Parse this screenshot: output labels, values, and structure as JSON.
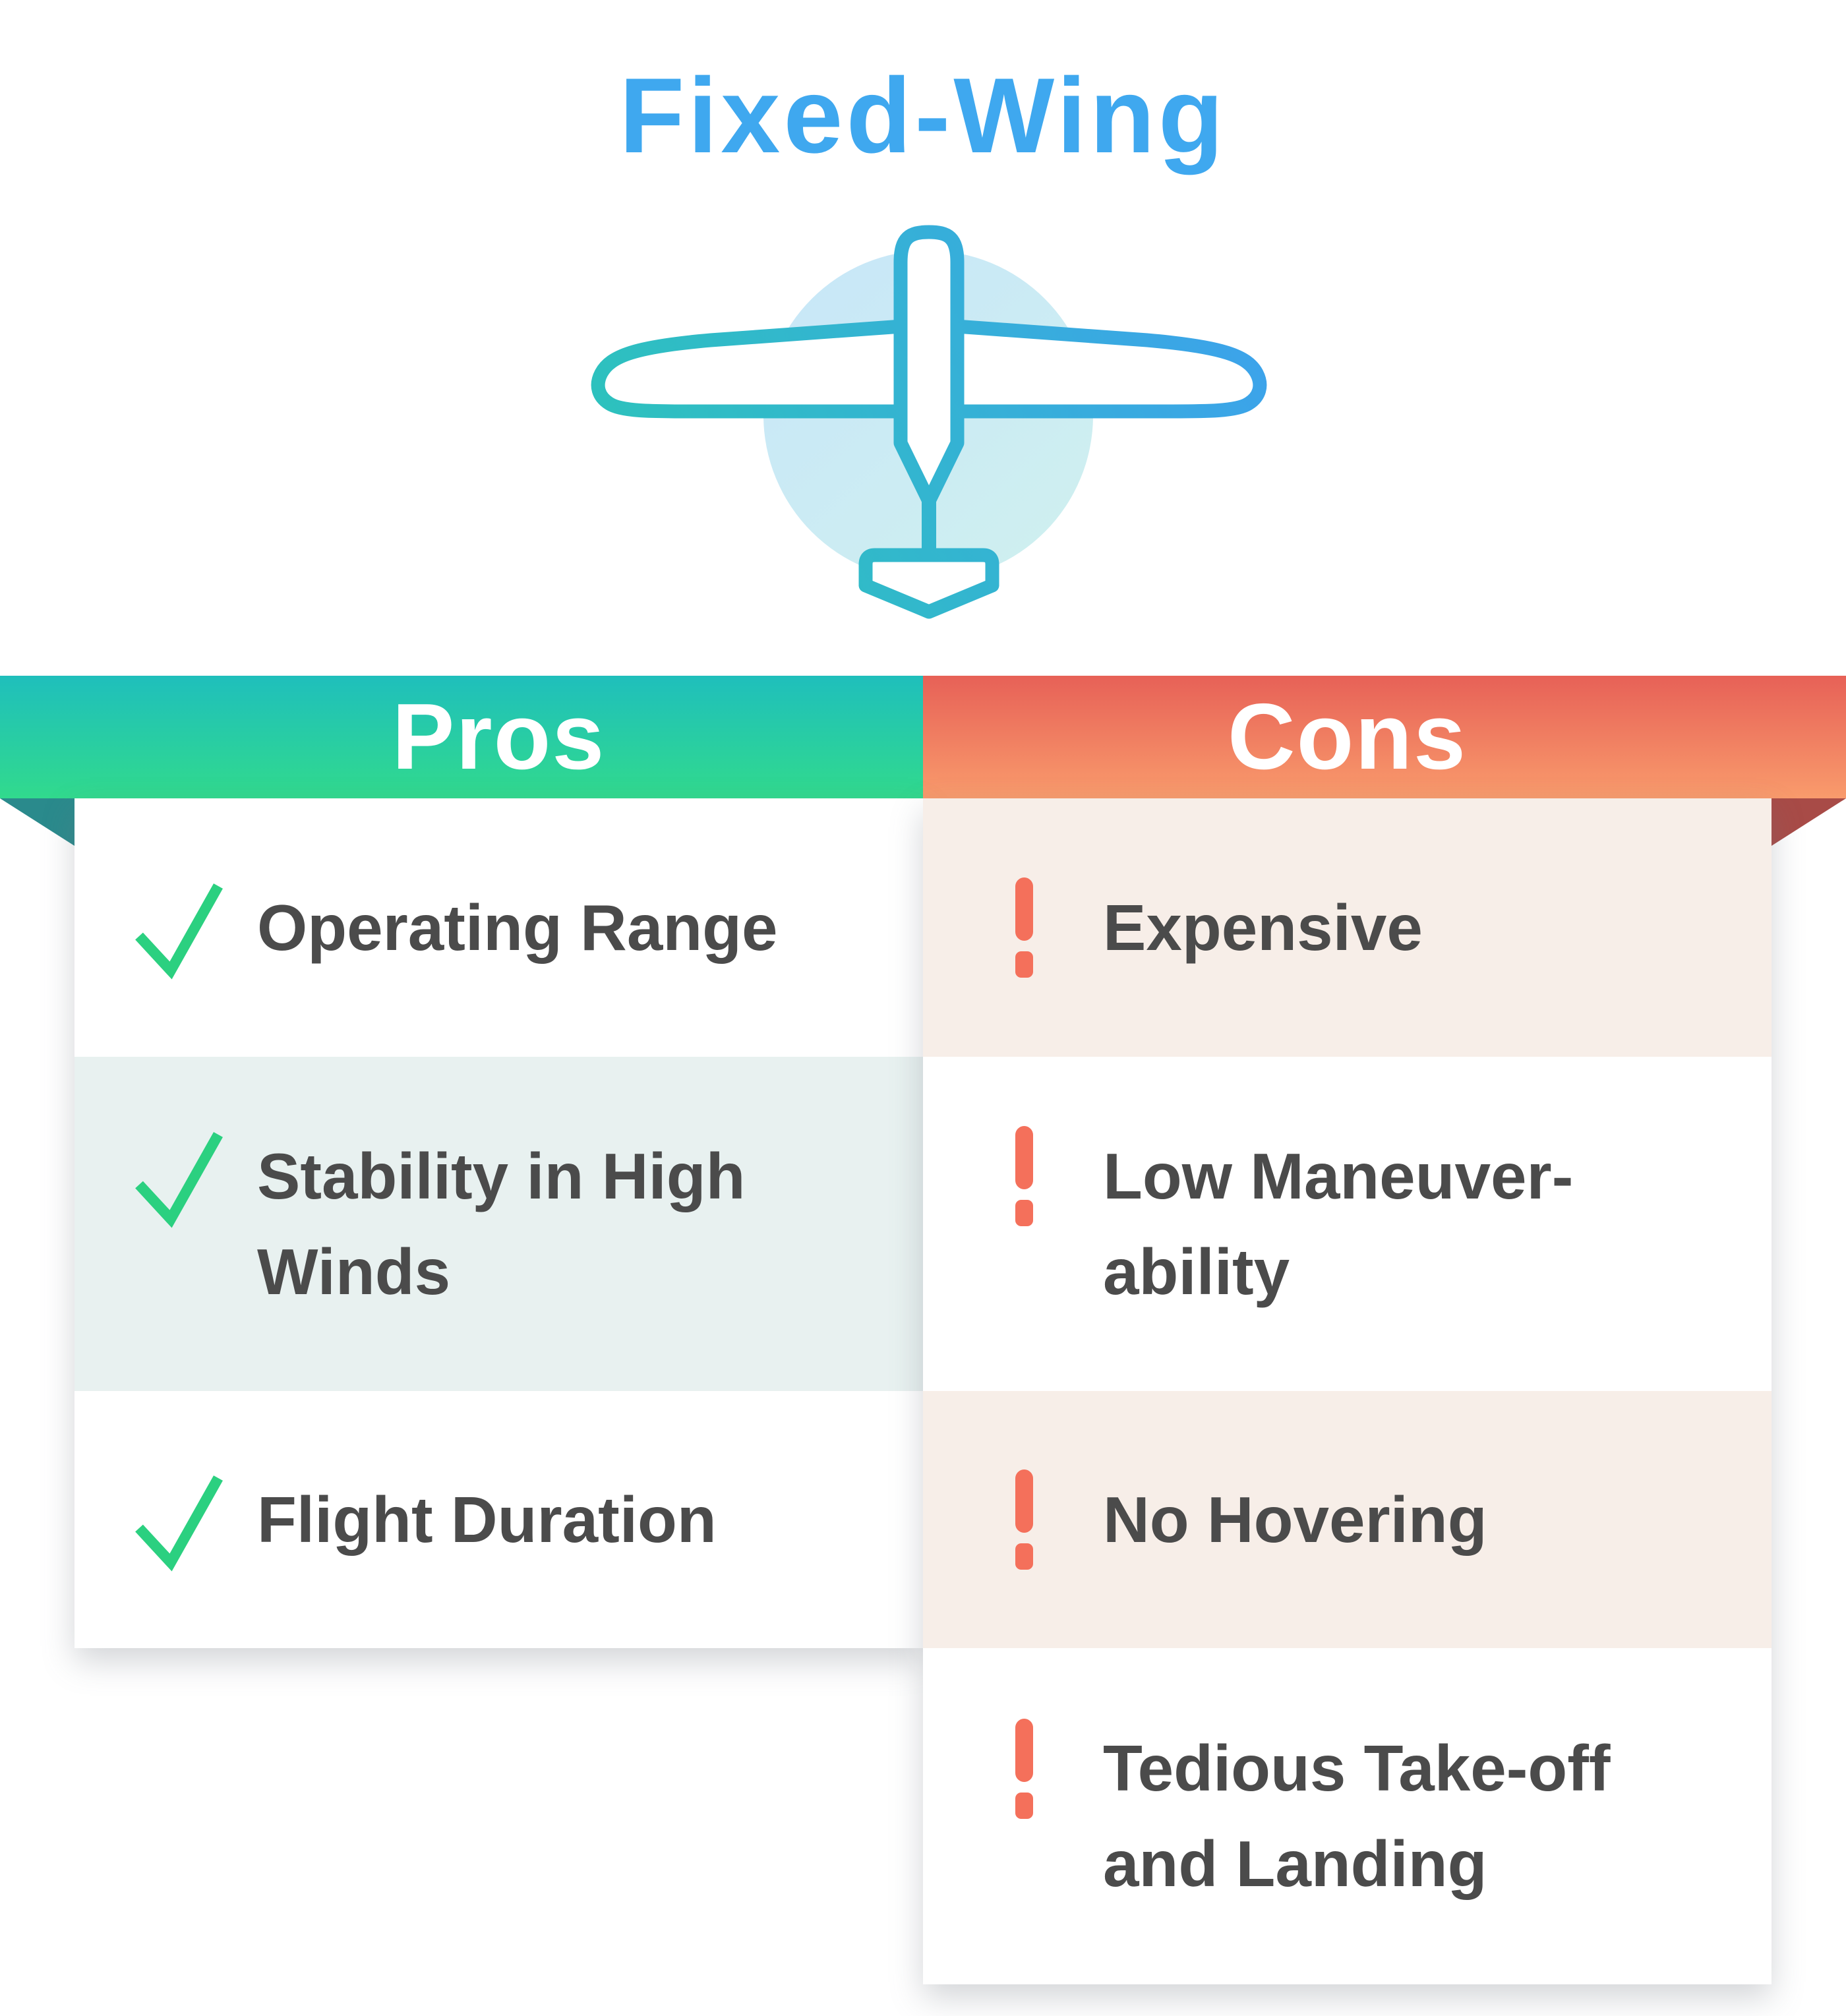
{
  "title": {
    "text": "Fixed-Wing",
    "color": "#3FA8EF"
  },
  "icon": {
    "name": "fixed-wing-drone-top-view",
    "stroke_gradient": [
      "#2AC7B5",
      "#3E9FF0"
    ],
    "circle_gradient": [
      "#C8E7F8",
      "#CFF0EF"
    ]
  },
  "text_color": "#4B4B4B",
  "table": {
    "pros": {
      "header": "Pros",
      "header_gradient": [
        "#1FBFBC",
        "#31DA8D"
      ],
      "fold_color": "#2A8A8C",
      "row_tint": "#E8F1F0",
      "check_color": "#2BD080",
      "items": [
        {
          "lines": [
            "Operating Range"
          ]
        },
        {
          "lines": [
            "Stability in High",
            "Winds"
          ]
        },
        {
          "lines": [
            "Flight Duration"
          ]
        }
      ]
    },
    "cons": {
      "header": "Cons",
      "header_gradient": [
        "#E76157",
        "#F99B6C"
      ],
      "fold_color": "#A84B47",
      "row_tint": "#F7EEE8",
      "exclaim_color": "#F4705B",
      "items": [
        {
          "lines": [
            "Expensive"
          ]
        },
        {
          "lines": [
            "Low Maneuver-",
            "ability"
          ]
        },
        {
          "lines": [
            "No Hovering"
          ]
        },
        {
          "lines": [
            "Tedious Take-off",
            "and Landing"
          ]
        }
      ]
    }
  }
}
